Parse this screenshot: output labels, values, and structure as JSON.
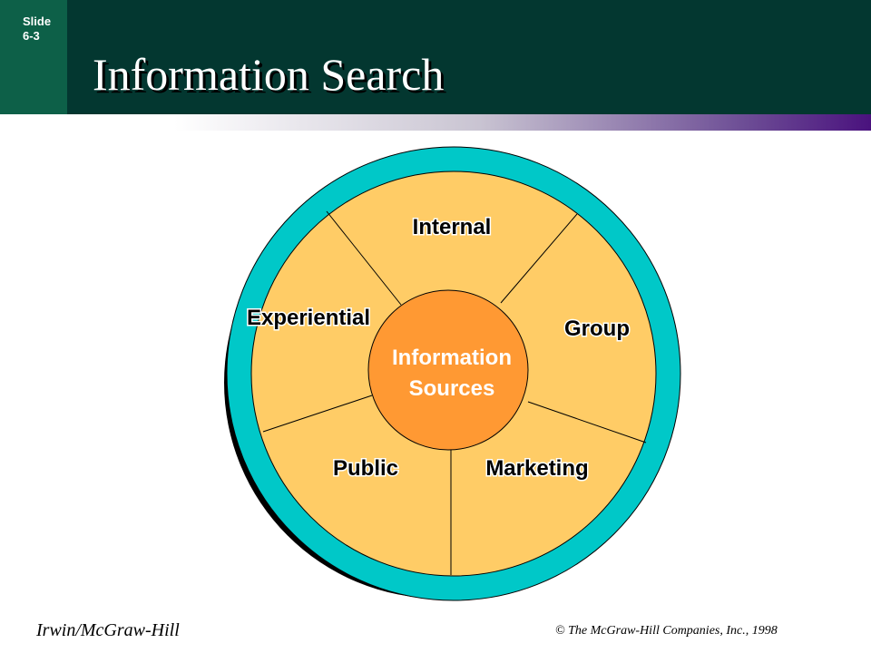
{
  "slide": {
    "number": "Slide\n6-3",
    "title": "Information Search"
  },
  "diagram": {
    "center": [
      "Information",
      "Sources"
    ],
    "segments": [
      "Internal",
      "Group",
      "Marketing",
      "Public",
      "Experiential"
    ]
  },
  "footer": {
    "left": "Irwin/McGraw-Hill",
    "right": "© The McGraw-Hill Companies, Inc., 1998"
  },
  "colors": {
    "title_bar": "#033730",
    "slide_tab": "#0d6048",
    "ring": "#00c8c8",
    "segment_fill": "#ffcc66",
    "center_fill": "#ff9933",
    "shadow": "#000000"
  }
}
